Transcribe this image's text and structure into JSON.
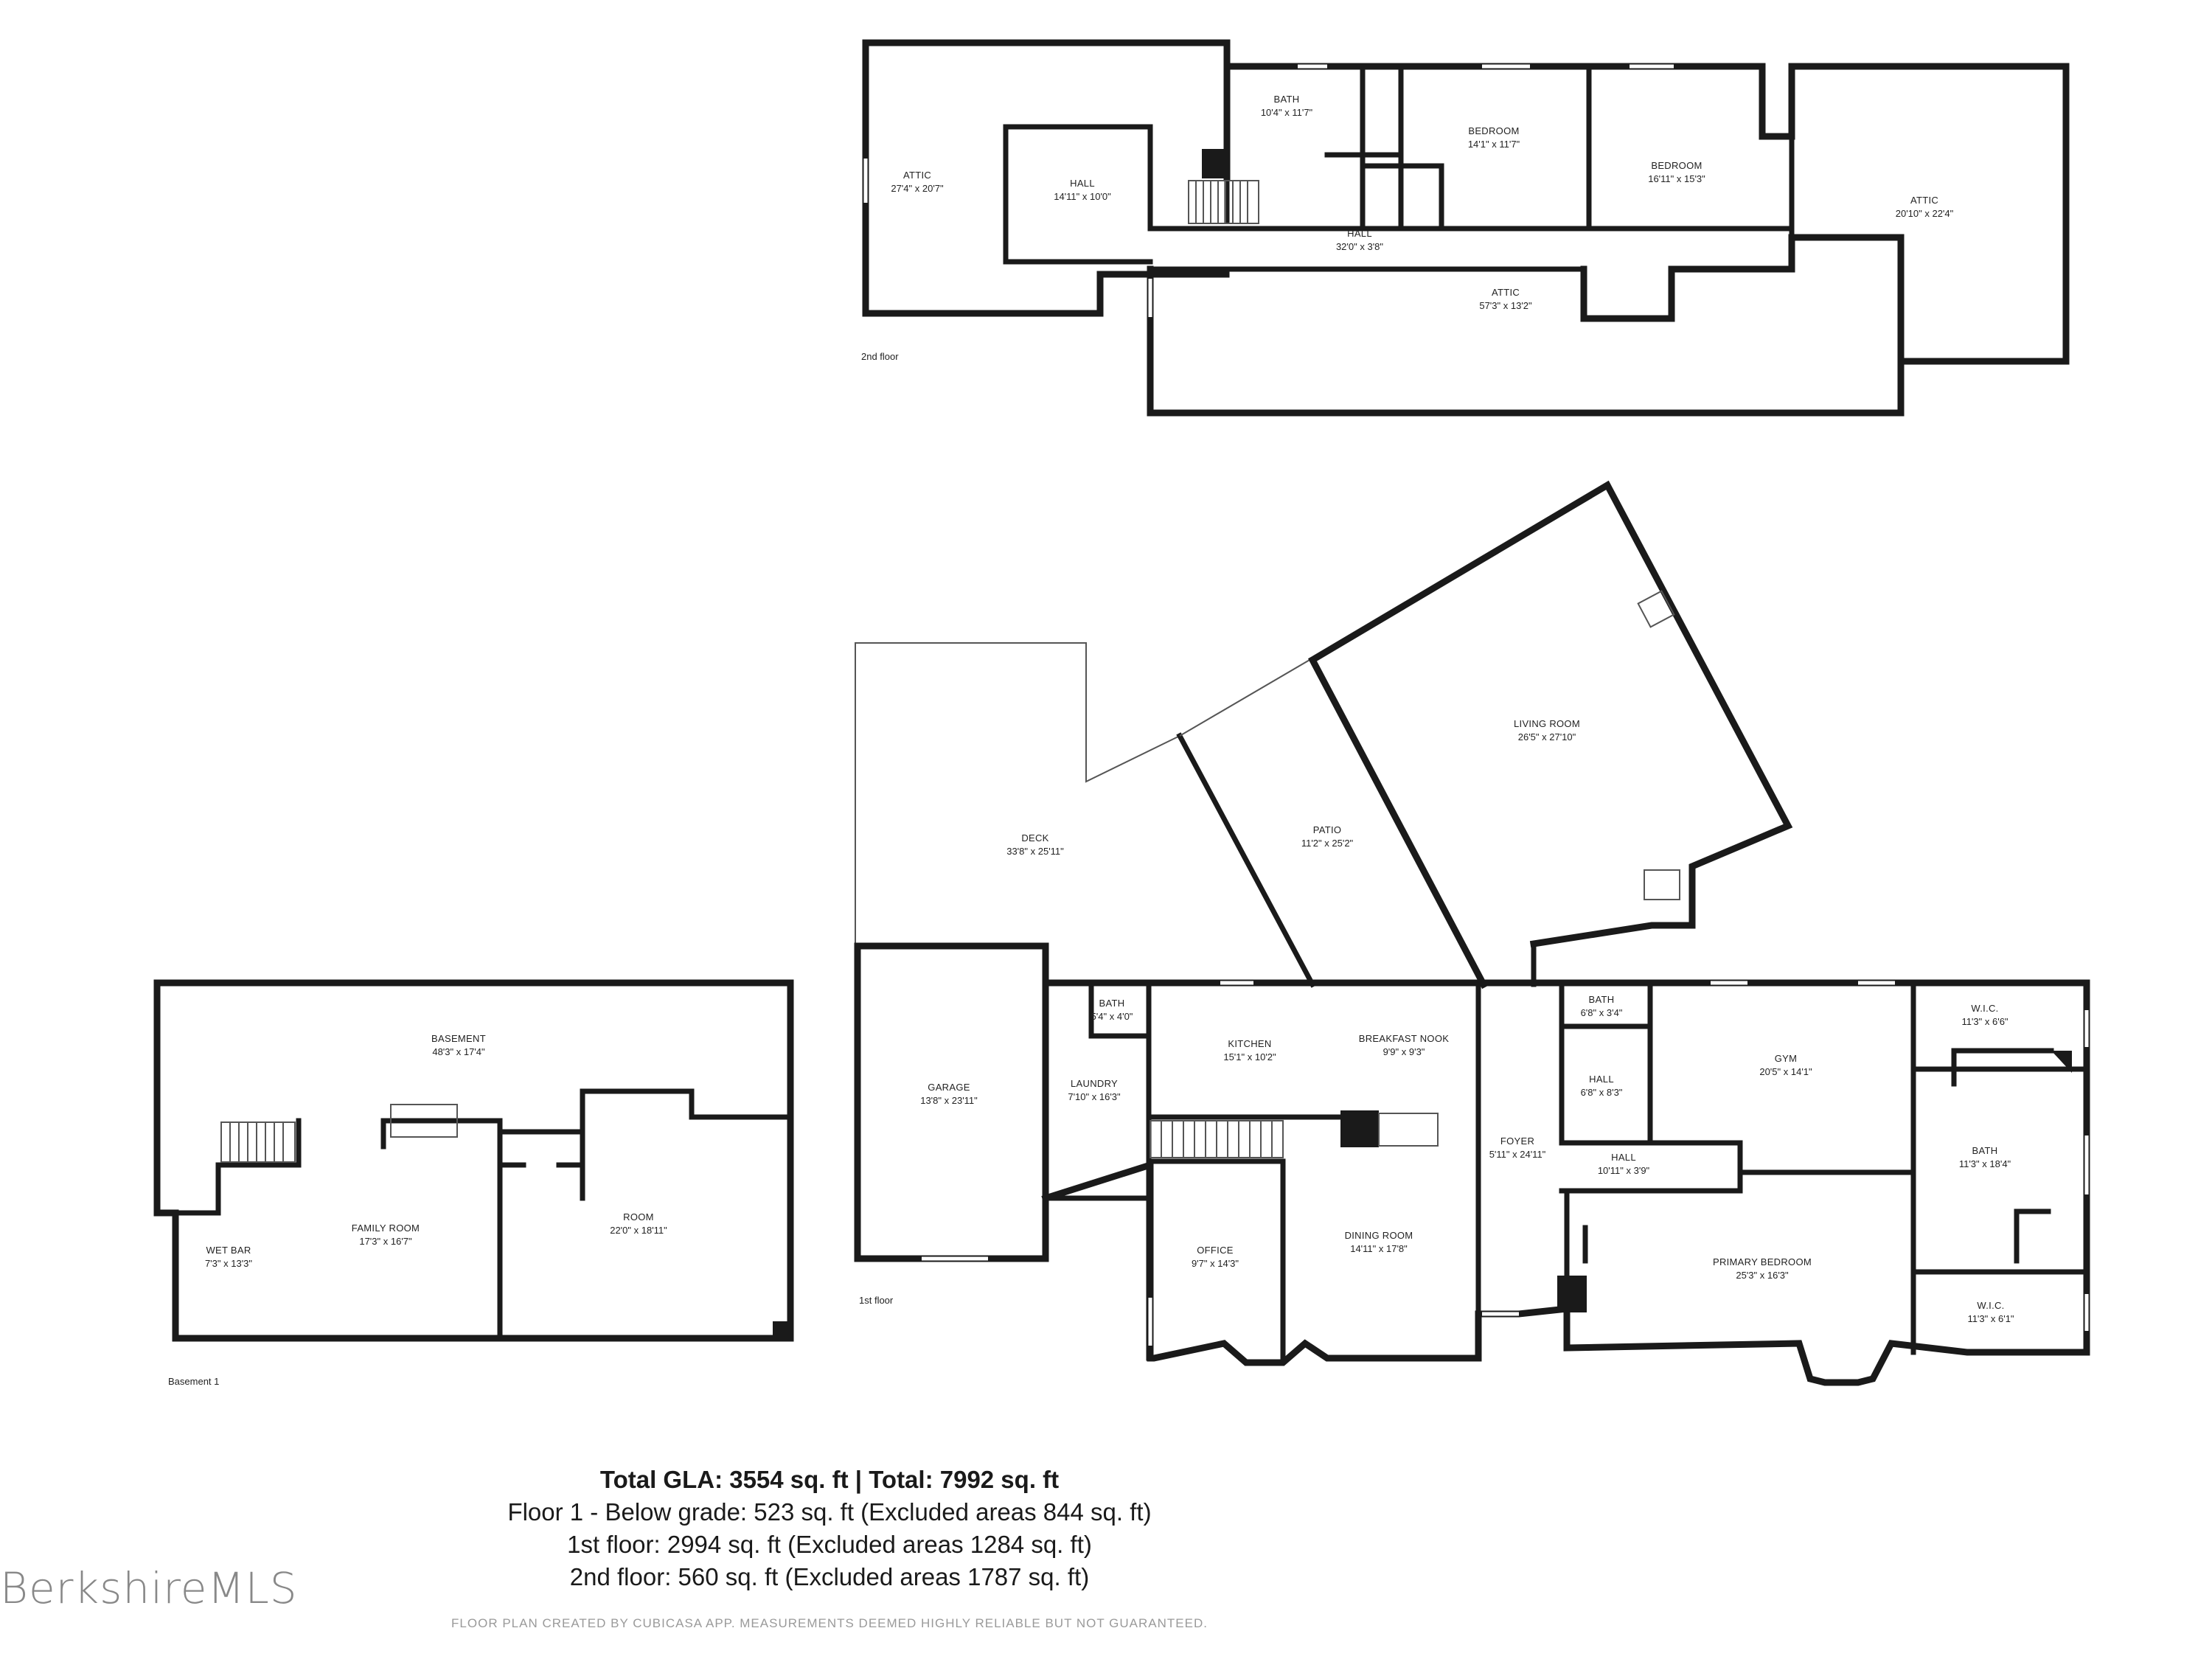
{
  "floors": {
    "second": {
      "label": "2nd floor",
      "rooms": {
        "attic_left": {
          "name": "ATTIC",
          "dim": "27'4\" x 20'7\""
        },
        "hall_a": {
          "name": "HALL",
          "dim": "14'11\" x 10'0\""
        },
        "bath": {
          "name": "BATH",
          "dim": "10'4\" x 11'7\""
        },
        "bedroom_a": {
          "name": "BEDROOM",
          "dim": "14'1\" x 11'7\""
        },
        "bedroom_b": {
          "name": "BEDROOM",
          "dim": "16'11\" x 15'3\""
        },
        "attic_right": {
          "name": "ATTIC",
          "dim": "20'10\" x 22'4\""
        },
        "hall_b": {
          "name": "HALL",
          "dim": "32'0\" x 3'8\""
        },
        "attic_long": {
          "name": "ATTIC",
          "dim": "57'3\" x 13'2\""
        }
      }
    },
    "first": {
      "label": "1st floor",
      "rooms": {
        "deck": {
          "name": "DECK",
          "dim": "33'8\" x 25'11\""
        },
        "patio": {
          "name": "PATIO",
          "dim": "11'2\" x 25'2\""
        },
        "living": {
          "name": "LIVING ROOM",
          "dim": "26'5\" x 27'10\""
        },
        "garage": {
          "name": "GARAGE",
          "dim": "13'8\" x 23'11\""
        },
        "bath_small": {
          "name": "BATH",
          "dim": "5'4\" x 4'0\""
        },
        "laundry": {
          "name": "LAUNDRY",
          "dim": "7'10\" x 16'3\""
        },
        "kitchen": {
          "name": "KITCHEN",
          "dim": "15'1\" x 10'2\""
        },
        "breakfast": {
          "name": "BREAKFAST NOOK",
          "dim": "9'9\" x 9'3\""
        },
        "foyer": {
          "name": "FOYER",
          "dim": "5'11\" x 24'11\""
        },
        "office": {
          "name": "OFFICE",
          "dim": "9'7\" x 14'3\""
        },
        "dining": {
          "name": "DINING ROOM",
          "dim": "14'11\" x 17'8\""
        },
        "bath_b": {
          "name": "BATH",
          "dim": "6'8\" x 3'4\""
        },
        "hall_c": {
          "name": "HALL",
          "dim": "6'8\" x 8'3\""
        },
        "hall_d": {
          "name": "HALL",
          "dim": "10'11\" x 3'9\""
        },
        "gym": {
          "name": "GYM",
          "dim": "20'5\" x 14'1\""
        },
        "wic_top": {
          "name": "W.I.C.",
          "dim": "11'3\" x 6'6\""
        },
        "bath_master": {
          "name": "BATH",
          "dim": "11'3\" x 18'4\""
        },
        "primary": {
          "name": "PRIMARY BEDROOM",
          "dim": "25'3\" x 16'3\""
        },
        "wic_bottom": {
          "name": "W.I.C.",
          "dim": "11'3\" x 6'1\""
        }
      }
    },
    "basement": {
      "label": "Basement 1",
      "rooms": {
        "basement": {
          "name": "BASEMENT",
          "dim": "48'3\" x 17'4\""
        },
        "family": {
          "name": "FAMILY ROOM",
          "dim": "17'3\" x 16'7\""
        },
        "wetbar": {
          "name": "WET BAR",
          "dim": "7'3\" x 13'3\""
        },
        "room": {
          "name": "ROOM",
          "dim": "22'0\" x 18'11\""
        }
      }
    }
  },
  "summary": {
    "total": "Total GLA: 3554 sq. ft | Total: 7992 sq. ft",
    "line1": "Floor 1 - Below grade: 523 sq. ft (Excluded areas 844 sq. ft)",
    "line2": "1st floor: 2994 sq. ft (Excluded areas 1284 sq. ft)",
    "line3": "2nd floor: 560 sq. ft (Excluded areas 1787 sq. ft)"
  },
  "disclaimer": "FLOOR PLAN CREATED BY CUBICASA APP. MEASUREMENTS DEEMED HIGHLY RELIABLE BUT NOT GUARANTEED.",
  "watermark": "BerkshireMLS"
}
